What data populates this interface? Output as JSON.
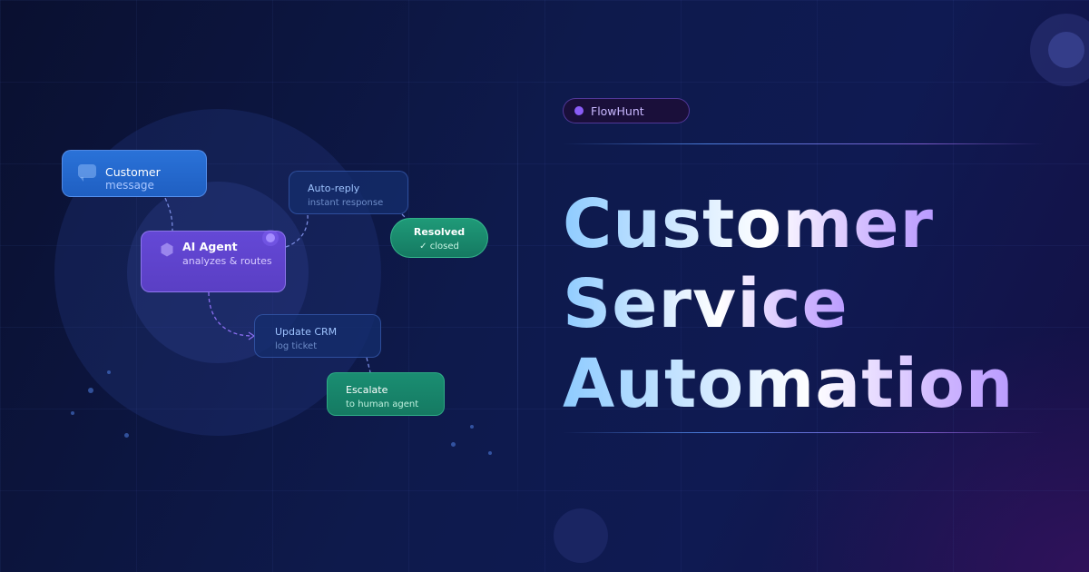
{
  "brand": {
    "name": "FlowHunt",
    "accent": "#8a5cf6"
  },
  "headline": {
    "lines": [
      "Customer",
      "Service",
      "Automation"
    ]
  },
  "flow": {
    "customer": {
      "title": "Customer",
      "subtitle": "message",
      "icon": "chat-bubble-icon"
    },
    "agent": {
      "title": "AI Agent",
      "subtitle": "analyzes & routes",
      "icon": "hexagon-icon"
    },
    "auto_reply": {
      "title": "Auto-reply",
      "subtitle": "instant response"
    },
    "resolved": {
      "title": "Resolved",
      "subtitle": "✓ closed"
    },
    "update_crm": {
      "title": "Update CRM",
      "subtitle": "log ticket"
    },
    "escalate": {
      "title": "Escalate",
      "subtitle": "to human agent"
    }
  },
  "colors": {
    "background": "#0e1a4c",
    "customer_node": "#2a72d8",
    "agent_node": "#6448d6",
    "success_node": "#1f9a78",
    "action_node": "#142d6e",
    "connector": "#7a8be0"
  }
}
